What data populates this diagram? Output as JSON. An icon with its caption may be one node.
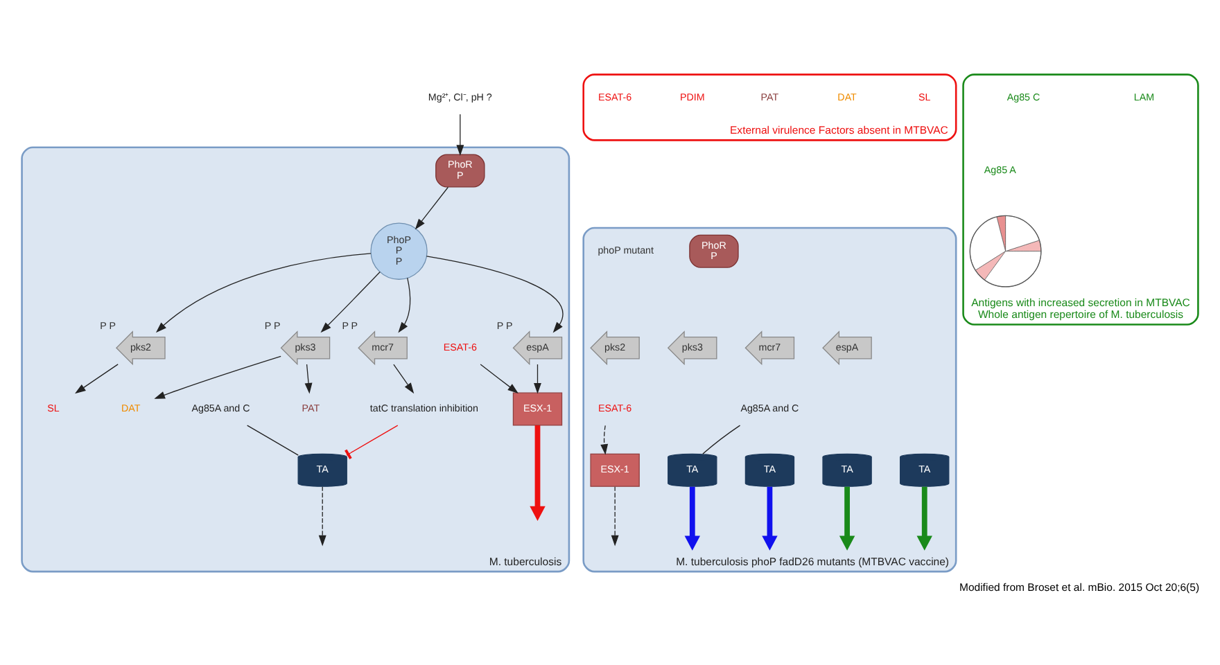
{
  "diagram": {
    "caption": "Modified from Broset et al. mBio. 2015 Oct 20;6(5)",
    "nodes": [
      {
        "text": [
          "M. tuberculosis"
        ]
      },
      {
        "text": [
          "Mg²⁺, Cl⁻, pH ?"
        ]
      },
      {
        "text": [
          "PhoR",
          "P"
        ],
        "in": 0
      },
      {
        "text": [
          "PhoP",
          "P",
          "P"
        ],
        "in": 0
      },
      {
        "text": [
          "pks2"
        ],
        "beside": [
          "P",
          "P"
        ],
        "in": 0
      },
      {
        "text": [
          "pks3"
        ],
        "beside": [
          "P",
          "P"
        ],
        "in": 0
      },
      {
        "text": [
          "espA"
        ],
        "beside": [
          "P",
          "P"
        ],
        "in": 0
      },
      {
        "text": [
          "mcr7"
        ],
        "beside": [
          "P",
          "P"
        ],
        "in": 0
      },
      {
        "text": [
          "SL"
        ],
        "in": 0
      },
      {
        "text": [
          "DAT"
        ],
        "in": 0
      },
      {
        "text": [
          "PAT"
        ],
        "in": 0
      },
      {
        "text": [
          "ESAT-6"
        ],
        "in": 0
      },
      {
        "text": [
          "ESX-1"
        ],
        "in": 0
      },
      {
        "text": [
          "tatC translation inhibition"
        ],
        "in": 0
      },
      {
        "text": [
          "Ag85A and C"
        ],
        "in": 0
      },
      {
        "text": [
          "TA"
        ],
        "in": 0
      },
      {
        "text": [
          "M. tuberculosis phoP fadD26 mutants (MTBVAC vaccine)"
        ]
      },
      {
        "text": [
          "PhoR",
          "P"
        ],
        "in": 16
      },
      {
        "text": [
          "pks2"
        ],
        "in": 16
      },
      {
        "text": [
          "pks3"
        ],
        "in": 16
      },
      {
        "text": [
          "mcr7"
        ],
        "in": 16
      },
      {
        "text": [
          "espA"
        ],
        "in": 16
      },
      {
        "text": [
          "ESAT-6"
        ],
        "in": 16
      },
      {
        "text": [
          "ESX-1"
        ],
        "in": 16
      },
      {
        "text": [
          "Ag85A and C"
        ],
        "in": 16
      },
      {
        "text": [
          "TA"
        ],
        "in": 16
      },
      {
        "text": [
          "TA"
        ],
        "in": 16
      },
      {
        "text": [
          "TA"
        ],
        "in": 16
      },
      {
        "text": [
          "TA"
        ],
        "in": 16
      },
      {
        "text": [
          "External virulence Factors absent in MTBVAC"
        ]
      },
      {
        "text": [
          "SL"
        ],
        "in": 29
      },
      {
        "text": [
          "DAT"
        ],
        "in": 29
      },
      {
        "text": [
          "PAT"
        ],
        "in": 29
      },
      {
        "text": [
          "PDIM"
        ],
        "in": 29
      },
      {
        "text": [
          "ESAT-6"
        ],
        "in": 29
      },
      {
        "text": [
          "Antigens with increased secretion in MTBVAC",
          "Whole antigen repertoire of M. tuberculosis"
        ]
      },
      {
        "text": [
          "LAM"
        ],
        "in": 35
      },
      {
        "text": [
          "Ag85 A"
        ],
        "in": 35
      },
      {
        "text": [
          "Ag85 C"
        ],
        "in": 35
      },
      {
        "text": [],
        "shape": "picture",
        "in": 35
      }
    ],
    "edges": [
      {
        "from": 1,
        "to": 2,
        "arrow": "to"
      },
      {
        "from": 2,
        "to": 3,
        "arrow": "to"
      },
      {
        "from": 3,
        "to": 4,
        "arrow": "to"
      },
      {
        "from": 3,
        "to": 5,
        "arrow": "to"
      },
      {
        "from": 3,
        "to": 7,
        "arrow": "to"
      },
      {
        "from": 3,
        "to": 6,
        "arrow": "to"
      },
      {
        "from": 4,
        "to": 8,
        "arrow": "to"
      },
      {
        "from": 5,
        "to": 9,
        "arrow": "to"
      },
      {
        "from": 5,
        "to": 10,
        "arrow": "to"
      },
      {
        "from": 6,
        "to": 12,
        "arrow": "to"
      },
      {
        "from": 11,
        "to": 12,
        "arrow": "to"
      },
      {
        "from": 7,
        "to": 13,
        "arrow": "to"
      },
      {
        "from": 13,
        "to": 15,
        "arrow": "other",
        "color": "#ee1111"
      },
      {
        "from": 14,
        "to": 15,
        "arrow": "none"
      },
      {
        "from": 12,
        "to": null,
        "arrow": "to",
        "style": "thick",
        "color": "#ee1111"
      },
      {
        "from": 15,
        "to": null,
        "arrow": "to",
        "style": "dashed"
      },
      {
        "from": 22,
        "to": 23,
        "arrow": "to",
        "style": "dashed"
      },
      {
        "from": 23,
        "to": null,
        "arrow": "to",
        "style": "dashed"
      },
      {
        "from": 24,
        "to": 27,
        "arrow": "none"
      },
      {
        "from": 25,
        "to": null,
        "arrow": "to",
        "style": "thick",
        "color": "#1a8a1a"
      },
      {
        "from": 26,
        "to": null,
        "arrow": "to",
        "style": "thick",
        "color": "#1111ee"
      },
      {
        "from": 27,
        "to": null,
        "arrow": "to",
        "style": "thick",
        "color": "#1111ee"
      },
      {
        "from": 28,
        "to": null,
        "arrow": "to",
        "style": "thick",
        "color": "#1a8a1a"
      }
    ],
    "labels": [
      "phoP mutant"
    ]
  }
}
